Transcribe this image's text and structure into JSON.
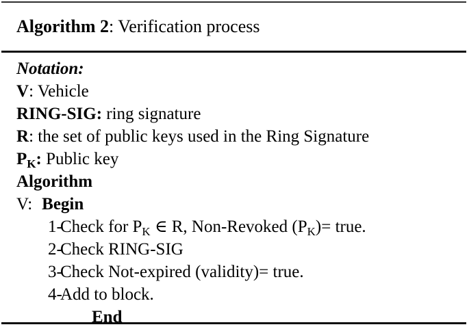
{
  "figure": {
    "caption": {
      "label": "Algorithm 2",
      "text": ": Verification process"
    },
    "notation": {
      "heading": "Notation:",
      "entries": [
        {
          "term": "V",
          "separator": ": ",
          "definition": "Vehicle"
        },
        {
          "term": "RING-SIG",
          "separator": ": ",
          "definition": "ring signature"
        },
        {
          "term": "R",
          "separator": ": ",
          "definition": "the set of public keys used in the Ring Signature"
        },
        {
          "term": "P",
          "term_sub": "K",
          "separator": ": ",
          "definition": "Public key"
        }
      ]
    },
    "algorithm": {
      "heading": "Algorithm",
      "begin": {
        "actor": "V:",
        "keyword": "Begin"
      },
      "steps": [
        {
          "number": "1-",
          "parts": [
            {
              "t": "Check for P"
            },
            {
              "t": "K",
              "sub": true
            },
            {
              "t": " ∈ R, Non-Revoked (P"
            },
            {
              "t": "K",
              "sub": true
            },
            {
              "t": ")= true."
            }
          ],
          "plain": "Check for PK ∈ R, Non-Revoked (PK)= true."
        },
        {
          "number": "2-",
          "parts": [
            {
              "t": "Check RING-SIG"
            }
          ],
          "plain": "Check RING-SIG"
        },
        {
          "number": "3-",
          "parts": [
            {
              "t": "Check Not-expired (validity)= true."
            }
          ],
          "plain": "Check Not-expired (validity)= true."
        },
        {
          "number": "4-",
          "parts": [
            {
              "t": "Add to block."
            }
          ],
          "plain": "Add to block."
        }
      ],
      "end": "End"
    },
    "colors": {
      "text": "#000000",
      "rule": "#0d0d0d",
      "background": "#ffffff"
    }
  }
}
